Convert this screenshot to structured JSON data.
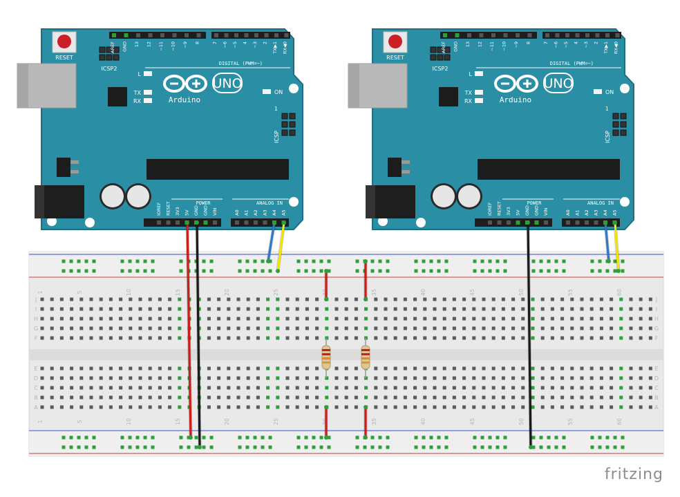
{
  "boards": [
    {
      "id": "left",
      "reset_label": "RESET",
      "icsp2_label": "ICSP2",
      "icsp_label": "ICSP",
      "icsp_pin1": "1",
      "l_label": "L",
      "tx_label": "TX",
      "rx_label": "RX",
      "on_label": "ON",
      "uno_label": "UNO",
      "brand_label": "Arduino",
      "digital_label": "DIGITAL (PWM=~)",
      "digital_pins": [
        "AREF",
        "GND",
        "13",
        "12",
        "~11",
        "~10",
        "~9",
        "8",
        "7",
        "~6",
        "~5",
        "4",
        "~3",
        "2",
        "TX▶1",
        "RX◀0"
      ],
      "power_label": "POWER",
      "analog_label": "ANALOG IN",
      "power_pins": [
        "IOREF",
        "RESET",
        "3V3",
        "5V",
        "GND",
        "GND",
        "VIN"
      ],
      "analog_pins": [
        "A0",
        "A1",
        "A2",
        "A3",
        "A4",
        "A5"
      ]
    },
    {
      "id": "right",
      "reset_label": "RESET",
      "icsp2_label": "ICSP2",
      "icsp_label": "ICSP",
      "icsp_pin1": "1",
      "l_label": "L",
      "tx_label": "TX",
      "rx_label": "RX",
      "on_label": "ON",
      "uno_label": "UNO",
      "brand_label": "Arduino",
      "digital_label": "DIGITAL (PWM=~)",
      "digital_pins": [
        "AREF",
        "GND",
        "13",
        "12",
        "~11",
        "~10",
        "~9",
        "8",
        "7",
        "~6",
        "~5",
        "4",
        "~3",
        "2",
        "TX▶1",
        "RX◀0"
      ],
      "power_label": "POWER",
      "analog_label": "ANALOG IN",
      "power_pins": [
        "IOREF",
        "RESET",
        "3V3",
        "5V",
        "GND",
        "GND",
        "VIN"
      ],
      "analog_pins": [
        "A0",
        "A1",
        "A2",
        "A3",
        "A4",
        "A5"
      ]
    }
  ],
  "breadboard": {
    "column_numbers": [
      "1",
      "5",
      "10",
      "15",
      "20",
      "25",
      "30",
      "35",
      "40",
      "45",
      "50",
      "55",
      "60"
    ],
    "row_letters_top": [
      "J",
      "I",
      "H",
      "G",
      "F"
    ],
    "row_letters_bottom": [
      "E",
      "D",
      "C",
      "B",
      "A"
    ]
  },
  "wires": [
    {
      "name": "wire-5v-red",
      "color": "#cc1f1a",
      "from": "left.5V",
      "to": "bottom-rail"
    },
    {
      "name": "wire-gnd-black",
      "color": "#1a1a1a",
      "from": "left.GND",
      "to": "bottom-rail"
    },
    {
      "name": "wire-a4-blue-left",
      "color": "#2f79c8",
      "from": "left.A4",
      "to": "top-rail"
    },
    {
      "name": "wire-a5-yellow-left",
      "color": "#f2e600",
      "from": "left.A5",
      "to": "top-rail"
    },
    {
      "name": "wire-gnd-black-right",
      "color": "#1a1a1a",
      "from": "right.GND",
      "to": "bottom-rail"
    },
    {
      "name": "wire-a4-blue-right",
      "color": "#2f79c8",
      "from": "right.A4",
      "to": "top-rail"
    },
    {
      "name": "wire-a5-yellow-right",
      "color": "#f2e600",
      "from": "right.A5",
      "to": "top-rail"
    },
    {
      "name": "pullup-wire-1-top",
      "color": "#cc1f1a"
    },
    {
      "name": "pullup-wire-2-top",
      "color": "#cc1f1a"
    },
    {
      "name": "pullup-wire-1-bottom",
      "color": "#cc1f1a"
    },
    {
      "name": "pullup-wire-2-bottom",
      "color": "#cc1f1a"
    }
  ],
  "resistors": [
    {
      "name": "resistor-1",
      "bands": [
        "#c8202a",
        "#c8202a",
        "#e08a1e",
        "#c8a23a"
      ]
    },
    {
      "name": "resistor-2",
      "bands": [
        "#c8202a",
        "#c8202a",
        "#e08a1e",
        "#c8a23a"
      ]
    }
  ],
  "colors": {
    "board": "#2a8fa5",
    "board_edge": "#1e6e80",
    "breadboard": "#e8e8e8",
    "hole_green": "#2e9e3a",
    "rail_red": "#d23a3a",
    "rail_blue": "#3a4ed2"
  },
  "footer": {
    "brand": "fritzing"
  }
}
